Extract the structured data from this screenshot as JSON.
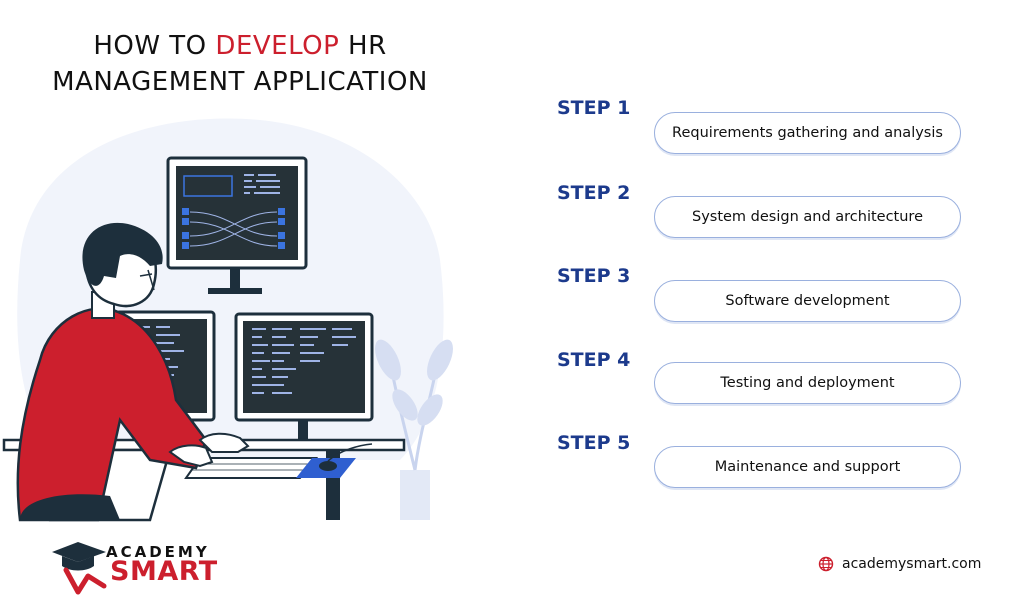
{
  "header": {
    "title_part1": "HOW TO ",
    "title_accent": "DEVELOP",
    "title_part2": " HR",
    "title_line2": "MANAGEMENT APPLICATION"
  },
  "steps": [
    {
      "label": "STEP 1",
      "text": "Requirements gathering and analysis"
    },
    {
      "label": "STEP 2",
      "text": "System design and architecture"
    },
    {
      "label": "STEP 3",
      "text": "Software development"
    },
    {
      "label": "STEP 4",
      "text": "Testing and deployment"
    },
    {
      "label": "STEP 5",
      "text": "Maintenance and support"
    }
  ],
  "brand": {
    "logo_line1": "ACADEMY",
    "logo_line2": "SMART",
    "website": "academysmart.com"
  },
  "colors": {
    "accent_red": "#cc1f2d",
    "step_blue": "#1c3a8c",
    "pill_border": "#9ab0de"
  },
  "icons": [
    "graduation-cap-icon",
    "globe-icon"
  ]
}
